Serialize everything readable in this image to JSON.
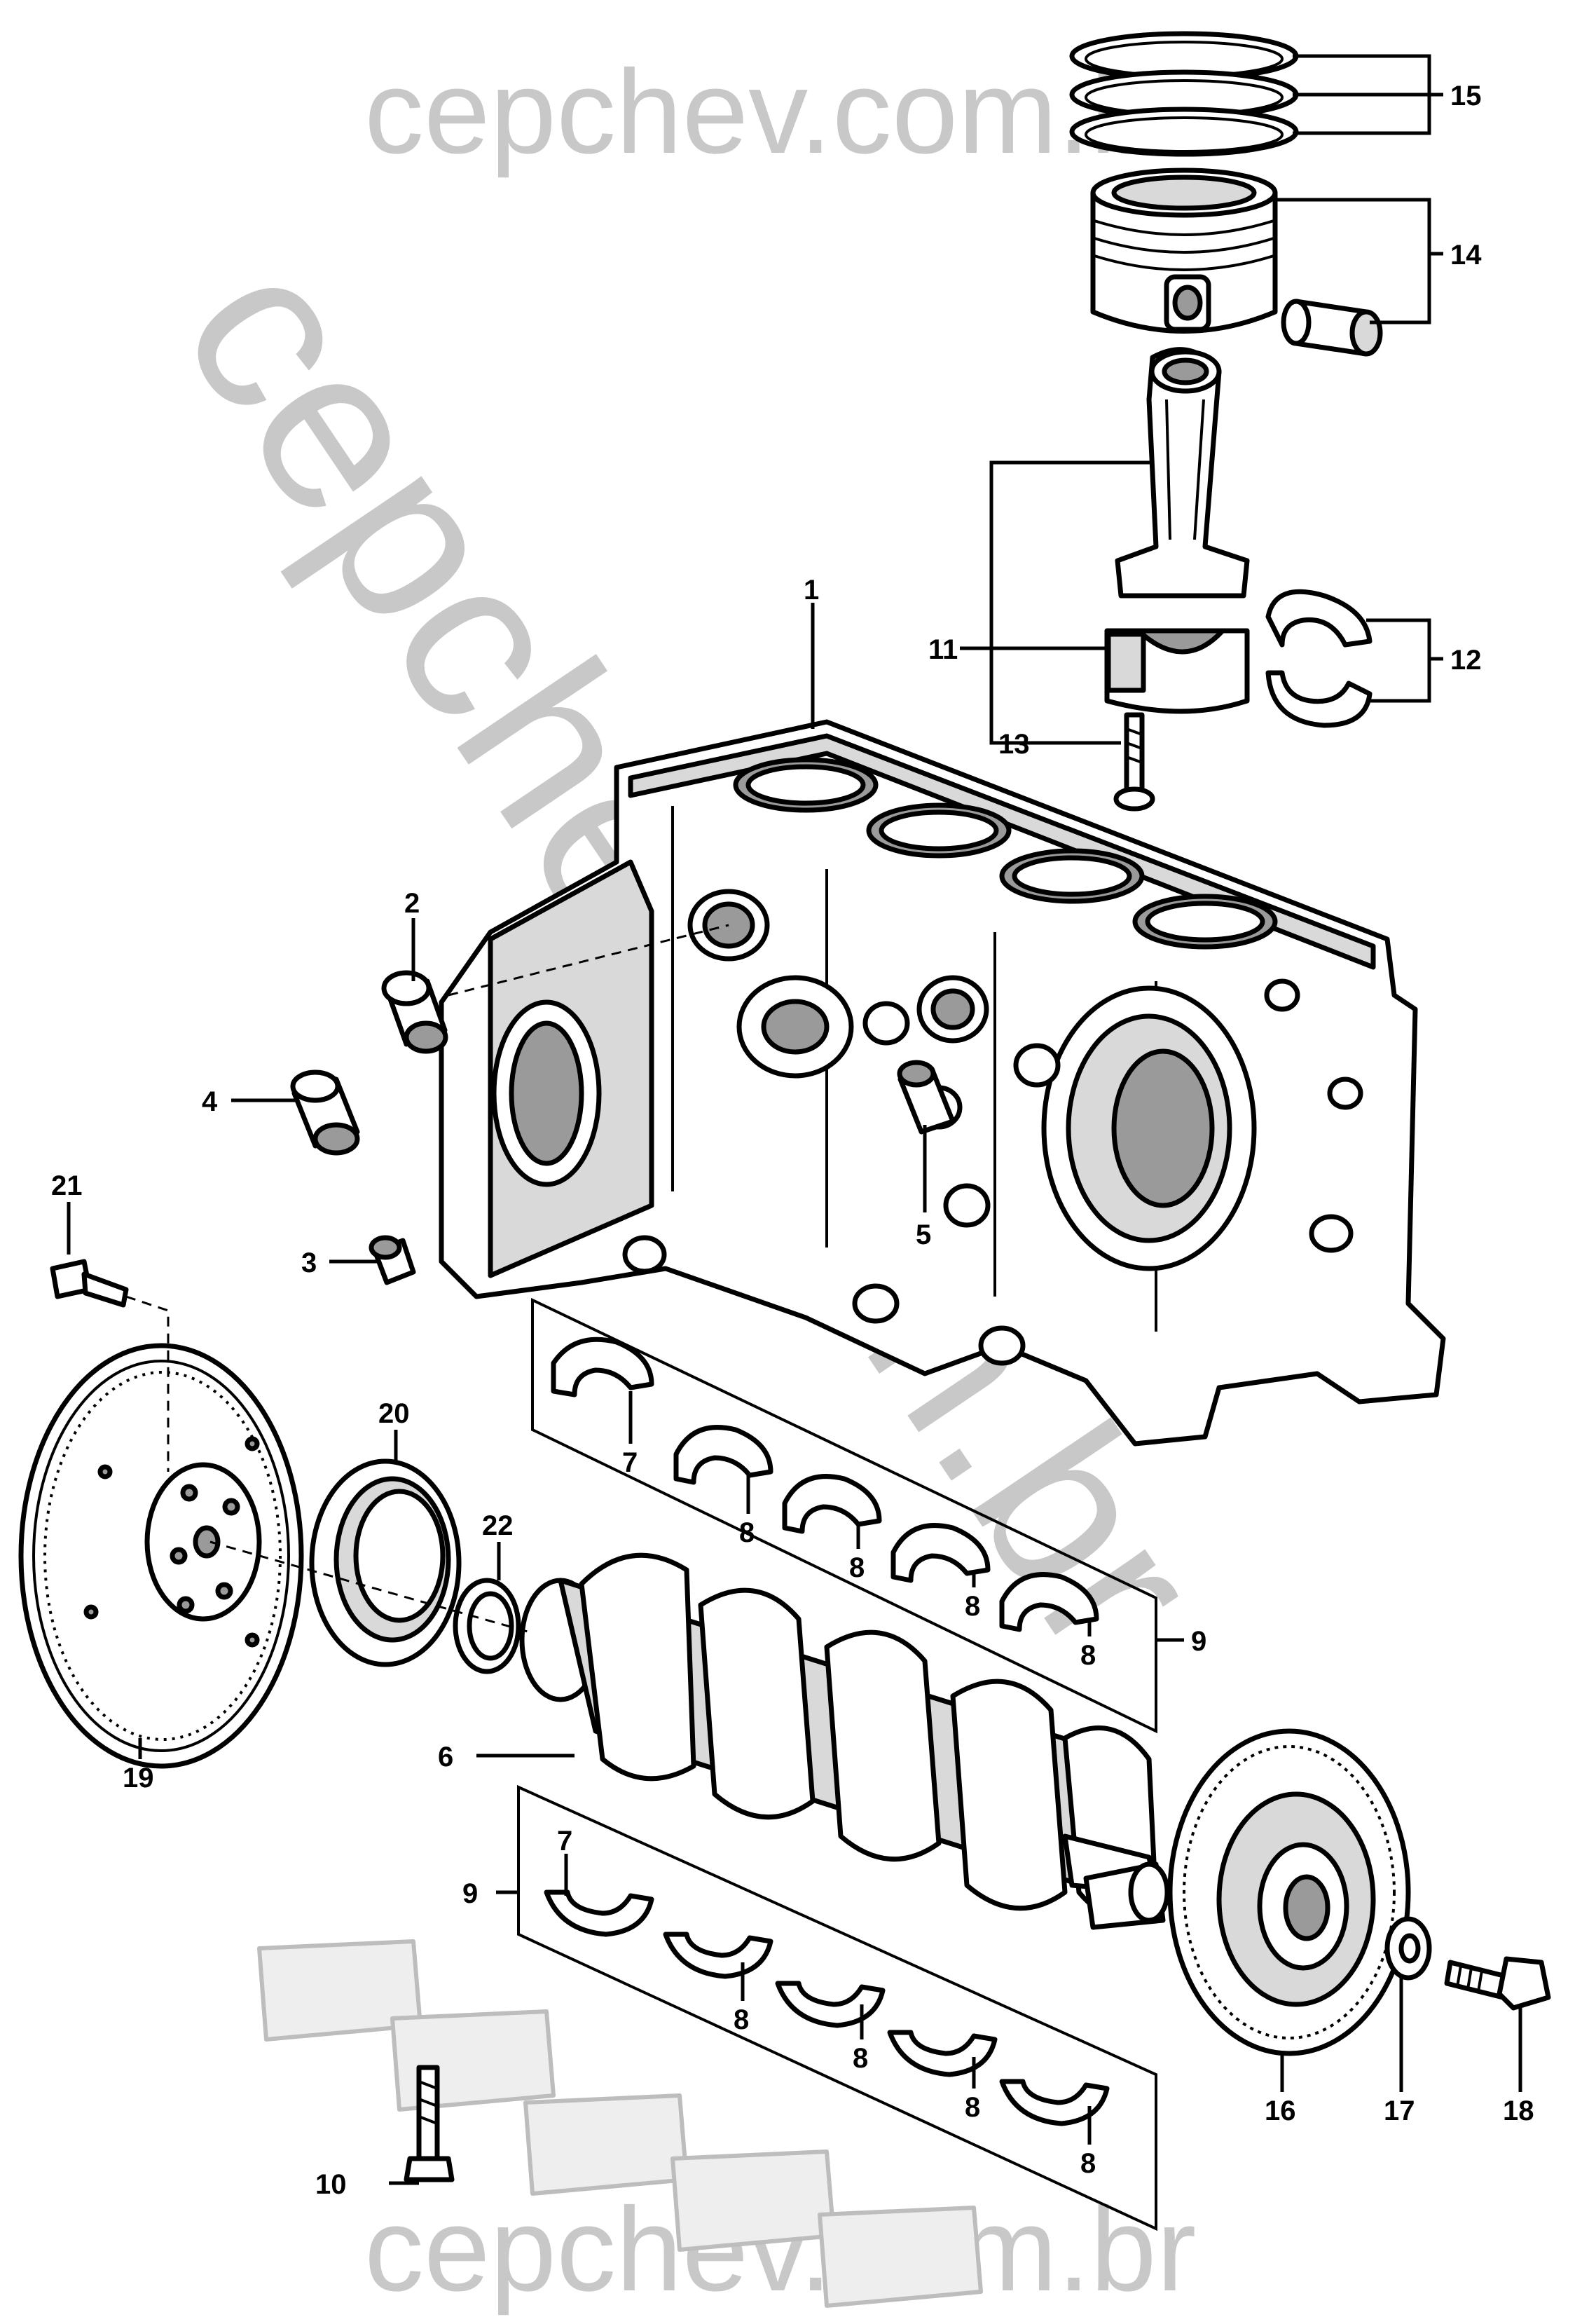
{
  "watermark": {
    "top": "cepchev.com.br",
    "diagonal": "cepchev.com.br",
    "bottom": "cepchev.com.br"
  },
  "callouts": {
    "c1": "1",
    "c2": "2",
    "c3": "3",
    "c4": "4",
    "c5": "5",
    "c6": "6",
    "c7a": "7",
    "c7b": "7",
    "c8a": "8",
    "c8b": "8",
    "c8c": "8",
    "c8d": "8",
    "c8e": "8",
    "c8f": "8",
    "c8g": "8",
    "c8h": "8",
    "c9a": "9",
    "c9b": "9",
    "c10": "10",
    "c11": "11",
    "c12": "12",
    "c13": "13",
    "c14": "14",
    "c15": "15",
    "c16": "16",
    "c17": "17",
    "c18": "18",
    "c19": "19",
    "c20": "20",
    "c21": "21",
    "c22": "22"
  }
}
